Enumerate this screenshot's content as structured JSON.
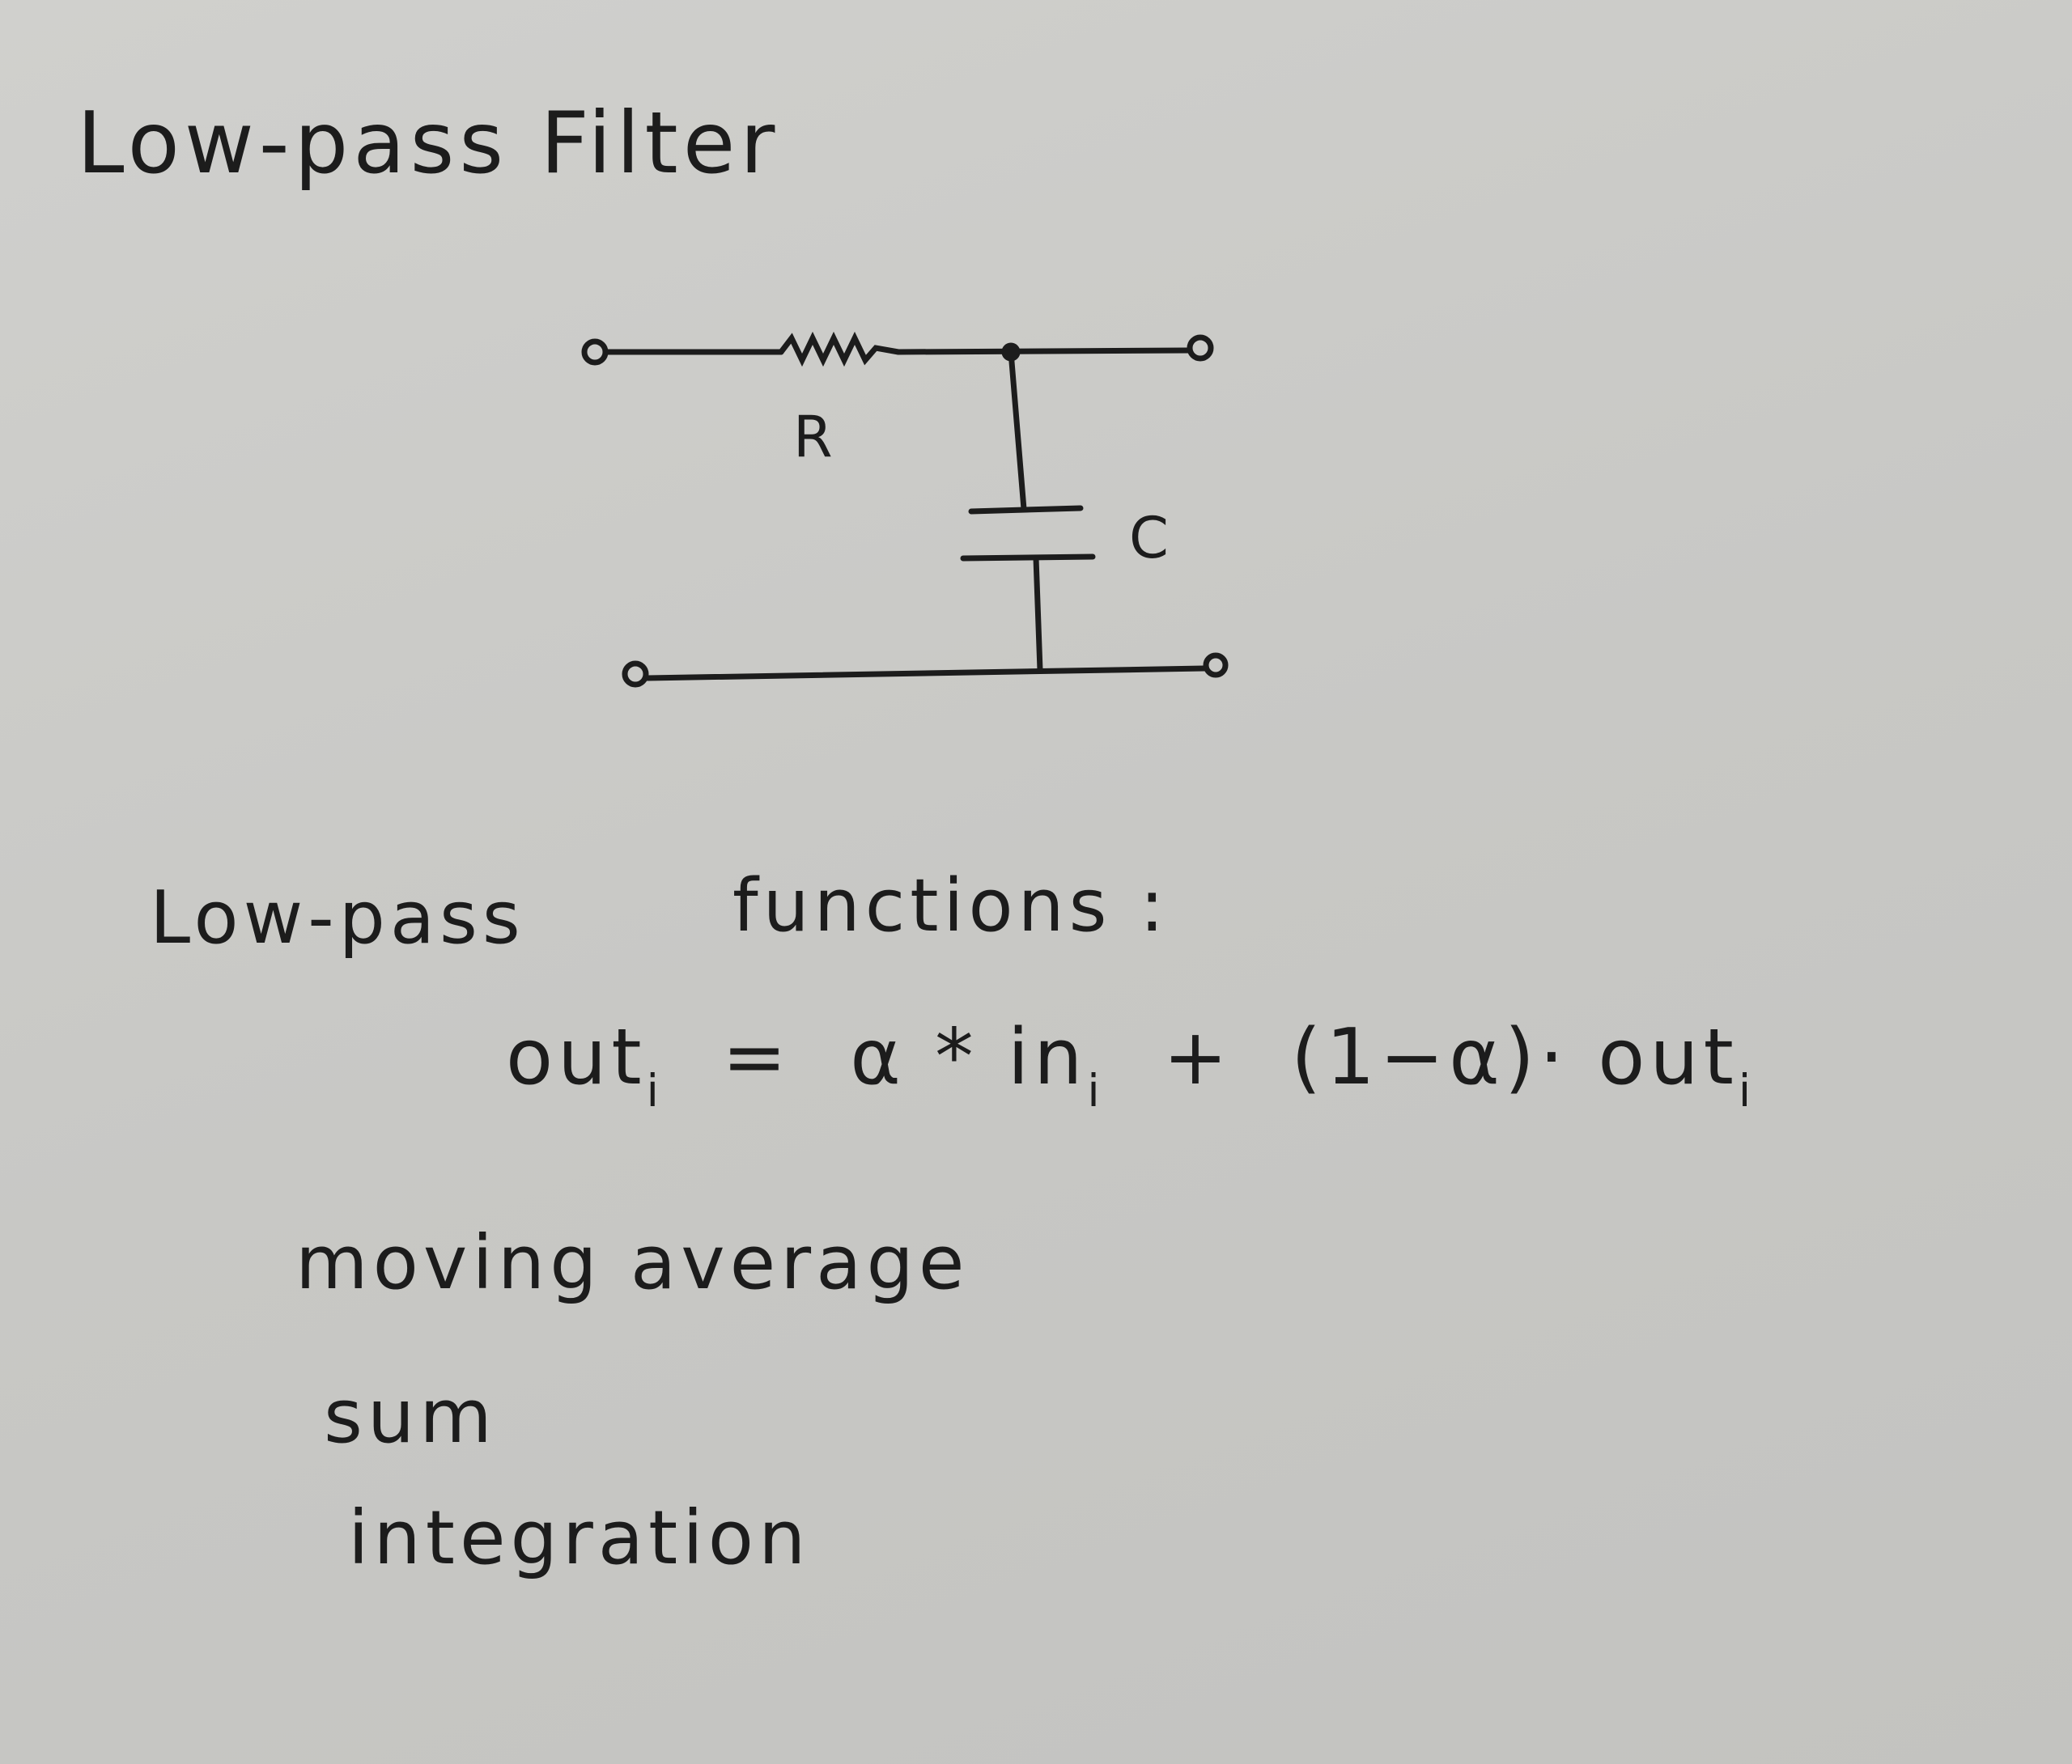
{
  "title": "Low-pass Filter",
  "circuit": {
    "resistor_label": "R",
    "capacitor_label": "C"
  },
  "functions_heading": {
    "left": "Low-pass",
    "right": "functions :"
  },
  "equation": {
    "lhs": "out",
    "lhs_sub": "i",
    "equals": "=",
    "term1": "α * in",
    "term1_sub": "i",
    "plus": "+",
    "term2": "(1−α)· out",
    "term2_sub": "i"
  },
  "examples": [
    "moving average",
    "sum",
    "integration"
  ],
  "ink_color": "#1c1c1c",
  "paper_color": "#c9c9c6"
}
